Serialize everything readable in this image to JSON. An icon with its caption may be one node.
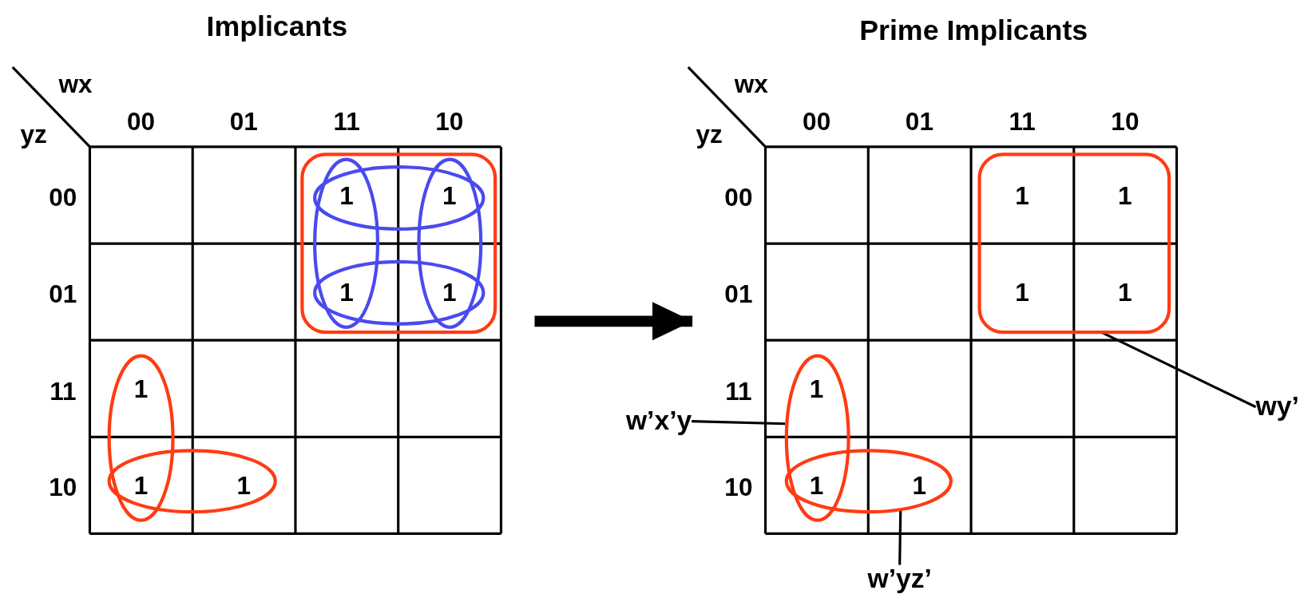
{
  "diagram": {
    "nodes": [
      {
        "text": [
          "Implicants"
        ]
      },
      {
        "text": [
          "Prime Implicants"
        ]
      },
      {
        "text": [],
        "shape": "box",
        "in": 1
      },
      {
        "text": [],
        "shape": "ellipse",
        "in": 1
      },
      {
        "text": [],
        "shape": "ellipse",
        "in": 1
      },
      {
        "text": [
          "w’x’y"
        ]
      },
      {
        "text": [
          "wy’"
        ]
      },
      {
        "text": [
          "w’yz’"
        ]
      }
    ],
    "edges": [
      {
        "from": 0,
        "to": 1,
        "arrow": "to",
        "style": "thick"
      },
      {
        "from": 5,
        "to": 3,
        "arrow": "none"
      },
      {
        "from": 6,
        "to": 2,
        "arrow": "none"
      },
      {
        "from": 7,
        "to": 4,
        "arrow": "none"
      }
    ],
    "labels": [
      "wx",
      "yz",
      "00",
      "01",
      "11",
      "10",
      "00",
      "1",
      "1",
      "01",
      "1",
      "1",
      "11",
      "1",
      "10",
      "1",
      "1",
      "wx",
      "yz",
      "00",
      "01",
      "11",
      "10",
      "00",
      "1",
      "1",
      "01",
      "1",
      "1",
      "11",
      "1",
      "10",
      "1",
      "1"
    ]
  }
}
